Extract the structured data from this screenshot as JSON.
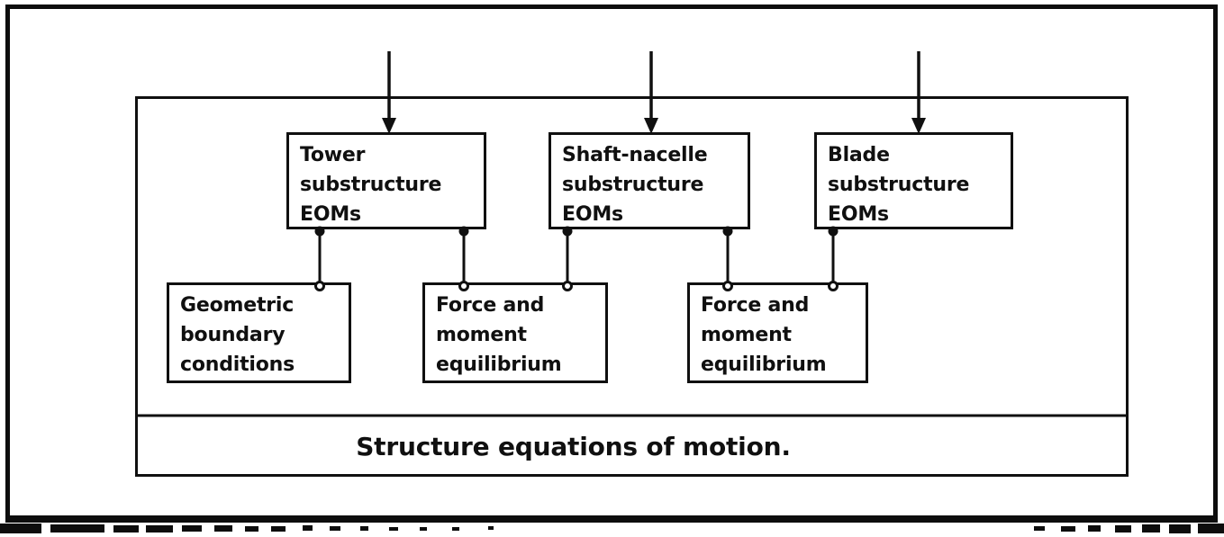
{
  "figure": {
    "caption": "Structure equations of motion.",
    "top_row": [
      {
        "id": "tower",
        "lines": [
          "Tower",
          "substructure",
          "EOMs"
        ]
      },
      {
        "id": "shaft_nacelle",
        "lines": [
          "Shaft-nacelle",
          "substructure",
          "EOMs"
        ]
      },
      {
        "id": "blade",
        "lines": [
          "Blade",
          "substructure",
          "EOMs"
        ]
      }
    ],
    "mid_row": [
      {
        "id": "geometric_bc",
        "lines": [
          "Geometric",
          "boundary",
          "conditions"
        ]
      },
      {
        "id": "force_equilibrium_1",
        "lines": [
          "Force and",
          "moment",
          "equilibrium"
        ]
      },
      {
        "id": "force_equilibrium_2",
        "lines": [
          "Force and",
          "moment",
          "equilibrium"
        ]
      }
    ],
    "colors": {
      "ink": "#101010",
      "background": "#ffffff"
    }
  }
}
